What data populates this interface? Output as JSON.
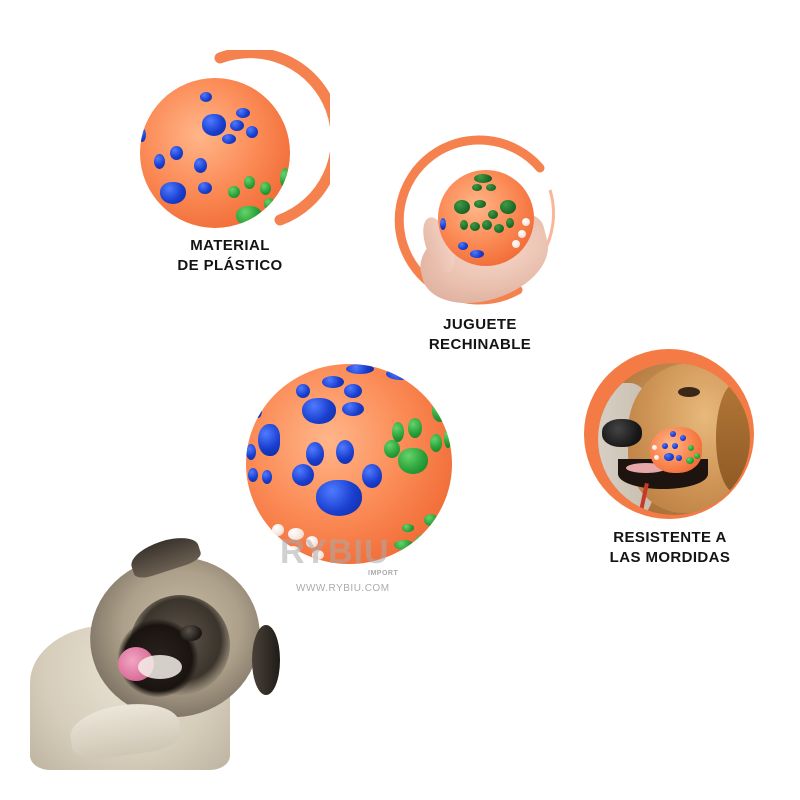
{
  "colors": {
    "accent_ring": "#F47B45",
    "ball_orange": "#FB8A55",
    "paw_blue": "#1A3FD0",
    "paw_green": "#2AA23A",
    "caption_text": "#141414",
    "watermark": "#AAAAAA"
  },
  "features": [
    {
      "id": "material",
      "caption_lines": [
        "MATERIAL",
        "DE PLÁSTICO"
      ],
      "image": "orange-paw-ball-closeup"
    },
    {
      "id": "squeaky",
      "caption_lines": [
        "JUGUETE",
        "RECHINABLE"
      ],
      "image": "ball-in-hand"
    },
    {
      "id": "bite-resistant",
      "caption_lines": [
        "RESISTENTE A",
        "LAS MORDIDAS"
      ],
      "image": "golden-retriever-with-ball"
    }
  ],
  "product": {
    "image": "orange-paw-print-ball",
    "paw_colors": [
      "blue",
      "green",
      "white"
    ]
  },
  "decoration": {
    "image": "smiling-pug"
  },
  "watermark": {
    "logo": "RYBIU",
    "sub": "IMPORT",
    "url": "WWW.RYBIU.COM"
  }
}
